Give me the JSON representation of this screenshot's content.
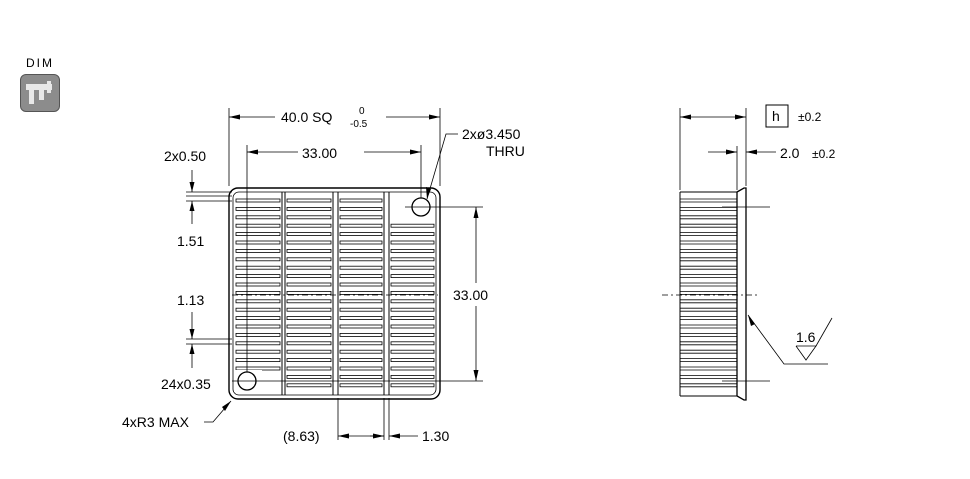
{
  "badge": {
    "label": "DIM",
    "icon": "caliper-icon"
  },
  "front_view": {
    "overall": {
      "text": "40.0 SQ",
      "tol_upper": "0",
      "tol_lower": "-0.5"
    },
    "hole_pitch": "33.00",
    "hole_callout": {
      "line1": "2xø3.450",
      "line2": "THRU"
    },
    "rail": "2x0.50",
    "margin": "1.51",
    "fin_pitch": "1.13",
    "fin_gap": "24x0.35",
    "corner": "4xR3 MAX",
    "vertical_pitch": "33.00",
    "slot_offset": "(8.63)",
    "slot_width": "1.30"
  },
  "side_view": {
    "fin_height_box": "h",
    "fin_height_tol": "±0.2",
    "base_thickness": "2.0",
    "base_tol": "±0.2",
    "surface_finish": "1.6"
  }
}
